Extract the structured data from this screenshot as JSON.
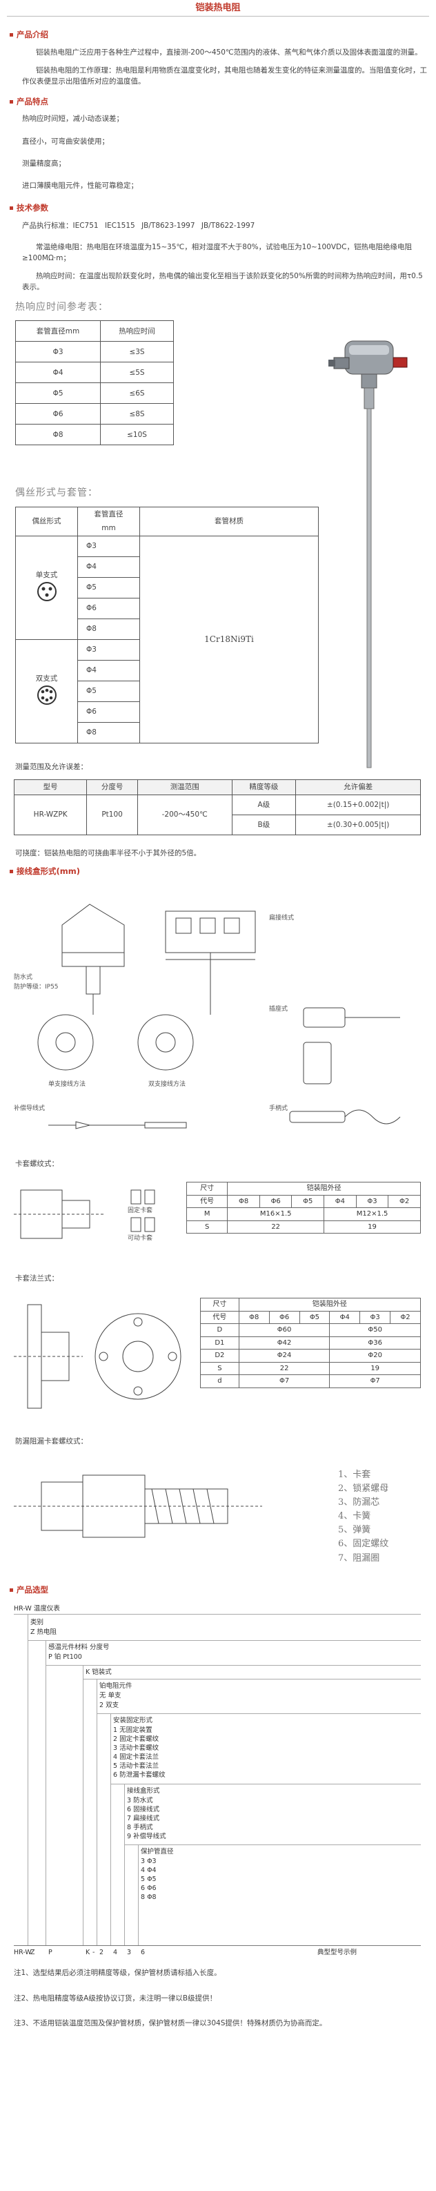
{
  "page": {
    "title": "铠装热电阻"
  },
  "intro": {
    "heading": "产品介绍",
    "p1": "铠装热电阻广泛应用于各种生产过程中，直接测-200～450℃范围内的液体、蒸气和气体介质以及固体表面温度的测量。",
    "p2": "铠装热电阻的工作原理：热电阻是利用物质在温度变化时，其电阻也随着发生变化的特征来测量温度的。当阻值变化时，工作仪表便显示出阻值所对应的温度值。"
  },
  "features": {
    "heading": "产品特点",
    "items": [
      "热响应时间短，减小动态误差；",
      "直径小，可弯曲安装使用；",
      "测量精度高；",
      "进口薄膜电阻元件，性能可靠稳定；"
    ]
  },
  "tech": {
    "heading": "技术参数",
    "standards": "产品执行标准：IEC751    IEC1515    JB/T8623-1997    JB/T8622-1997",
    "p1": "常温绝缘电阻：热电阻在环境温度为15~35℃，相对湿度不大于80%，试验电压为10~100VDC，铠热电阻绝缘电阻≥100MΩ·m；",
    "p2": "热响应时间：在温度出现阶跃变化时，热电偶的输出变化至相当于该阶跃变化的50%所需的时间称为热响应时间，用τ0.5表示。"
  },
  "response": {
    "title": "热响应时间参考表：",
    "headers": [
      "套管直径mm",
      "热响应时间"
    ],
    "rows": [
      [
        "Φ3",
        "≤3S"
      ],
      [
        "Φ4",
        "≤5S"
      ],
      [
        "Φ5",
        "≤6S"
      ],
      [
        "Φ6",
        "≤8S"
      ],
      [
        "Φ8",
        "≤10S"
      ]
    ]
  },
  "wire": {
    "title": "偶丝形式与套管：",
    "headers": [
      "偶丝形式",
      "套管直径",
      "mm",
      "套管材质"
    ],
    "single": "单支式",
    "double": "双支式",
    "single_sizes": [
      "Φ3",
      "Φ4",
      "Φ5",
      "Φ6",
      "Φ8"
    ],
    "double_sizes": [
      "Φ3",
      "Φ4",
      "Φ5",
      "Φ6",
      "Φ8"
    ],
    "material": "1Cr18Ni9Ti"
  },
  "range": {
    "title": "测量范围及允许误差：",
    "headers": [
      "型号",
      "分度号",
      "测温范围",
      "精度等级",
      "允许偏差"
    ],
    "model": "HR-WZPK",
    "index": "Pt100",
    "temp": "-200～450℃",
    "grades": [
      {
        "grade": "A级",
        "tol": "±(0.15+0.002|t|)"
      },
      {
        "grade": "B级",
        "tol": "±(0.30+0.005|t|)"
      }
    ]
  },
  "note_bend": "可挠度：铠装热电阻的可挠曲率半径不小于其外径的5倍。",
  "junction": {
    "heading": "接线盒形式(mm)",
    "labels": {
      "waterproof": "防水式",
      "ip": "防护等级：IP55",
      "terminal": "扁接线式",
      "plug": "插座式",
      "single_wiring": "单支接线方法",
      "double_wiring": "双支接线方法",
      "comp": "补偿导线式",
      "handle": "手柄式"
    }
  },
  "ferrule": {
    "title": "卡套螺纹式：",
    "fixed": "固定卡套",
    "movable": "可动卡套",
    "dim_header": "尺寸",
    "od_header": "铠装阻外径",
    "code": "代号",
    "cols": [
      "Φ8",
      "Φ6",
      "Φ5",
      "Φ4",
      "Φ3",
      "Φ2"
    ],
    "M": [
      "M16×1.5",
      "M12×1.5"
    ],
    "S": [
      "22",
      "19"
    ],
    "dim_m": "M",
    "dim_s": "S"
  },
  "flange": {
    "title": "卡套法兰式：",
    "dim_header": "尺寸",
    "od_header": "铠装阻外径",
    "code": "代号",
    "cols": [
      "Φ8",
      "Φ6",
      "Φ5",
      "Φ4",
      "Φ3",
      "Φ2"
    ],
    "rows": [
      [
        "D",
        "Φ60",
        "Φ50"
      ],
      [
        "D1",
        "Φ42",
        "Φ36"
      ],
      [
        "D2",
        "Φ24",
        "Φ20"
      ],
      [
        "S",
        "22",
        "19"
      ],
      [
        "d",
        "Φ7",
        "Φ7"
      ]
    ]
  },
  "leak": {
    "title": "防漏阻漏卡套螺纹式：",
    "parts": [
      "1、卡套",
      "2、锁紧螺母",
      "3、防漏芯",
      "4、卡簧",
      "5、弹簧",
      "6、固定螺纹",
      "7、阻漏圈"
    ]
  },
  "selection": {
    "heading": "产品选型",
    "r0": "HR-W    温度仪表",
    "r1a": "类别",
    "r1b": "Z        热电阻",
    "r2a": "感温元件材料        分度号",
    "r2b": "P        铂                Pt100",
    "r3": "K        铠装式",
    "r4a": "铂电阻元件",
    "r4b": "无        单支",
    "r4c": "2        双支",
    "r5a": "安装固定形式",
    "r5": [
      "1   无固定装置",
      "2   固定卡套螺纹",
      "3   活动卡套螺纹",
      "4   固定卡套法兰",
      "5   活动卡套法兰",
      "6   防泄漏卡套螺纹"
    ],
    "r6a": "接线盒形式",
    "r6": [
      "3   防水式",
      "6   固接线式",
      "7   扁接线式",
      "8   手柄式",
      "9   补偿导线式"
    ],
    "r7a": "保护管直径",
    "r7": [
      "3   Φ3",
      "4   Φ4",
      "5   Φ5",
      "6   Φ6",
      "8   Φ8"
    ],
    "example_code": [
      "HR-W",
      "Z",
      "P",
      "K",
      "-",
      "2",
      "4",
      "3",
      "6"
    ],
    "example_label": "典型型号示例"
  },
  "notes": [
    "注1、选型结果后必须注明精度等级，保护管材质请标插入长度。",
    "注2、热电阻精度等级A级按协议订货，未注明一律以B级提供！",
    "注3、不适用铠装温度范围及保护管材质，保护管材质一律以304S提供！特殊材质仍为协商而定。"
  ]
}
